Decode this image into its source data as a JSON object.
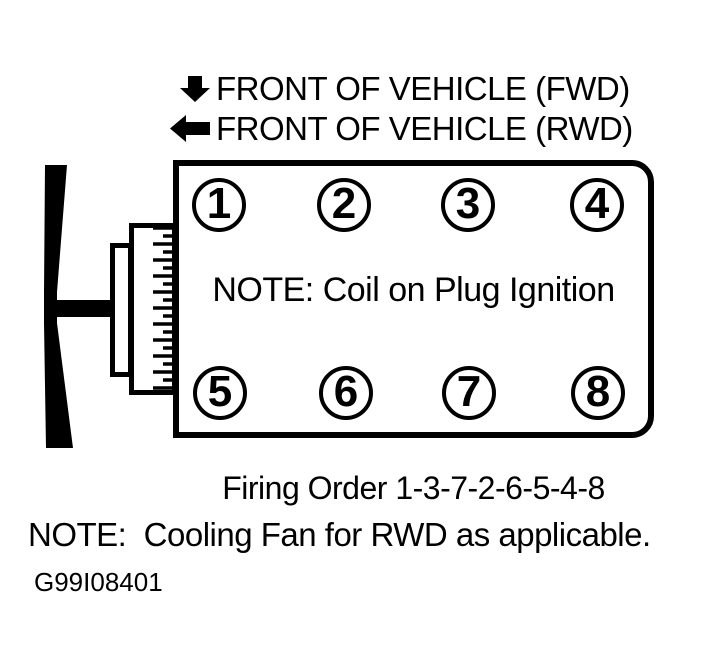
{
  "page": {
    "background": "#ffffff",
    "ink": "#000000"
  },
  "orientation": {
    "fwd": {
      "icon": "arrow-down-icon",
      "label": "FRONT OF VEHICLE (FWD)"
    },
    "rwd": {
      "icon": "arrow-left-icon",
      "label": "FRONT OF VEHICLE (RWD)"
    }
  },
  "engine_block": {
    "note": "NOTE: Coil on Plug Ignition",
    "cylinders_top": [
      "1",
      "2",
      "3",
      "4"
    ],
    "cylinders_bottom": [
      "5",
      "6",
      "7",
      "8"
    ]
  },
  "captions": {
    "firing_order": "Firing Order 1-3-7-2-6-5-4-8",
    "cooling_fan_note": "NOTE:  Cooling Fan for RWD as applicable.",
    "figure_code": "G99I08401"
  }
}
